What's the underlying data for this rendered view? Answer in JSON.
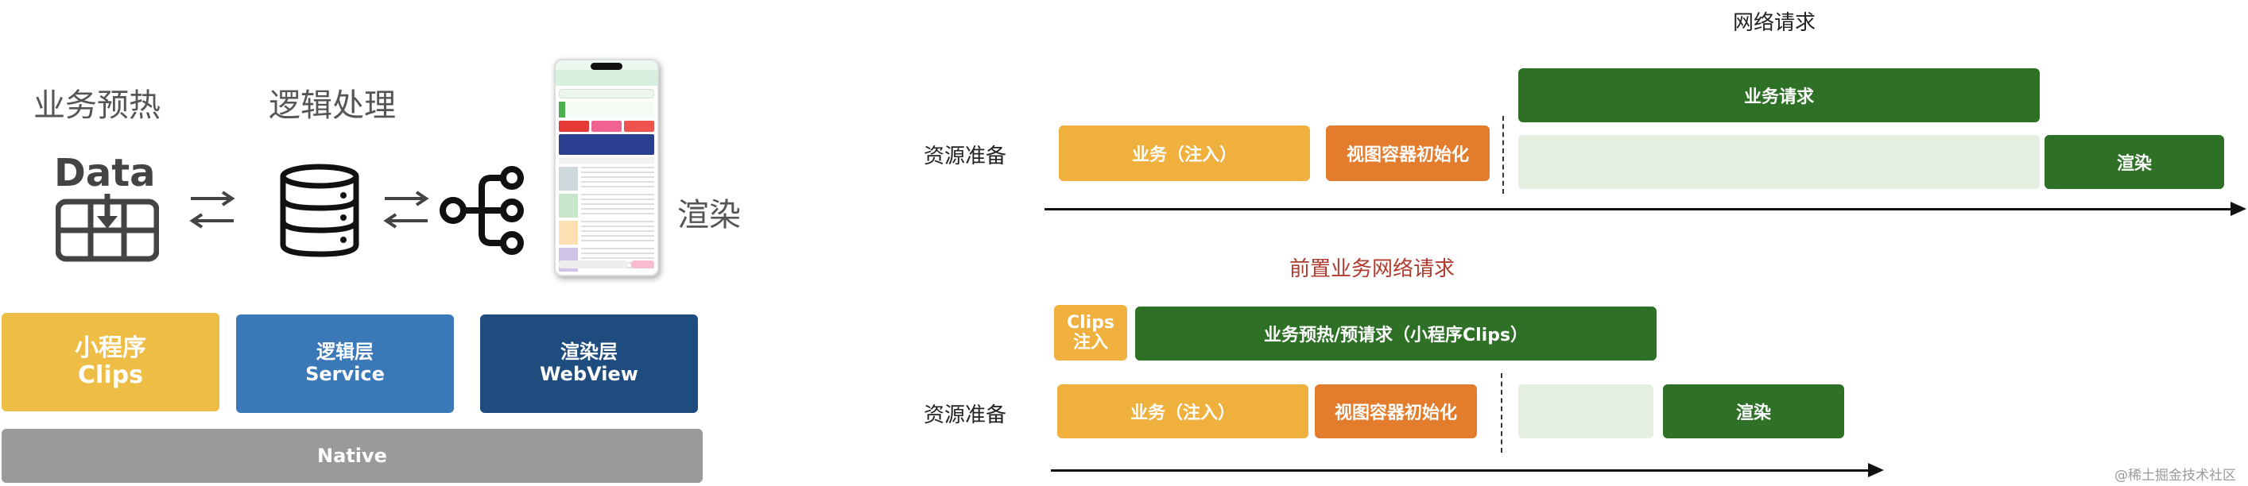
{
  "left": {
    "label_prewarm": "业务预热",
    "label_logic": "逻辑处理",
    "label_render": "渲染",
    "data_icon_label": "Data",
    "icons": [
      "data-table-icon",
      "swap-arrows-icon",
      "database-icon",
      "swap-arrows-icon",
      "node-tree-icon",
      "phone-screenshot"
    ],
    "layers": {
      "clips_line1": "小程序",
      "clips_line2": "Clips",
      "service_line1": "逻辑层",
      "service_line2": "Service",
      "webview_line1": "渲染层",
      "webview_line2": "WebView",
      "native": "Native"
    },
    "colors": {
      "clips": "#eebd45",
      "service": "#3b78b8",
      "webview": "#1f4c7f",
      "native": "#9a9a9a"
    }
  },
  "timeline_top": {
    "caption": "网络请求",
    "row_label": "资源准备",
    "inject": "业务（注入）",
    "container_init": "视图容器初始化",
    "business_request": "业务请求",
    "render": "渲染"
  },
  "timeline_bottom": {
    "caption": "前置业务网络请求",
    "clips_line1": "Clips",
    "clips_line2": "注入",
    "prewarm": "业务预热/预请求（小程序Clips）",
    "row_label": "资源准备",
    "inject": "业务（注入）",
    "container_init": "视图容器初始化",
    "render": "渲染"
  },
  "colors": {
    "yellow": "#f0b03e",
    "orange": "#e47c2d",
    "green": "#2e7026",
    "pale_green": "#e4eee1",
    "caption_red": "#b03a2e"
  },
  "watermark": "@稀土掘金技术社区"
}
